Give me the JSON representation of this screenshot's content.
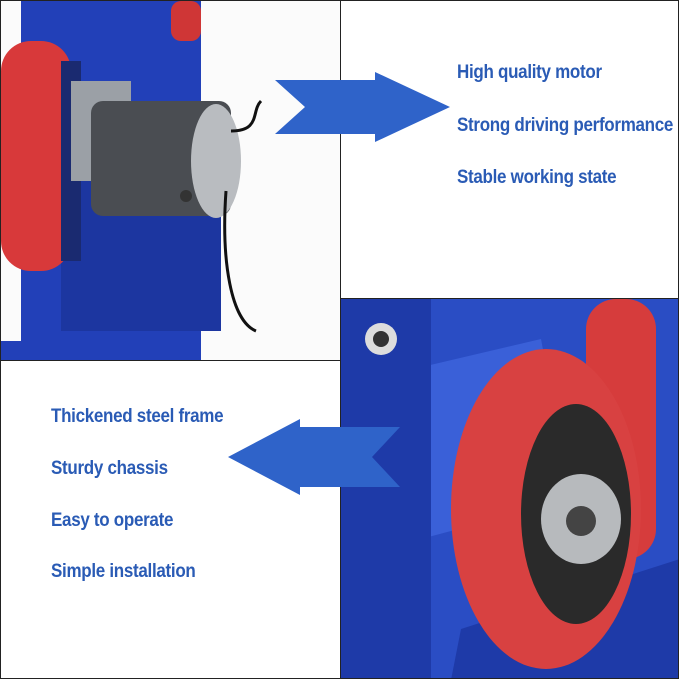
{
  "top_features": [
    "High quality motor",
    "Strong driving performance",
    "Stable working state"
  ],
  "bottom_features": [
    "Thickened steel frame",
    "Sturdy chassis",
    "Easy to operate",
    "Simple installation"
  ],
  "colors": {
    "text": "#2a5bb5",
    "arrow": "#2f63c9",
    "frame": "#1f3fb0",
    "wheel": "#d93a3a",
    "motor": "#4a4d52"
  }
}
